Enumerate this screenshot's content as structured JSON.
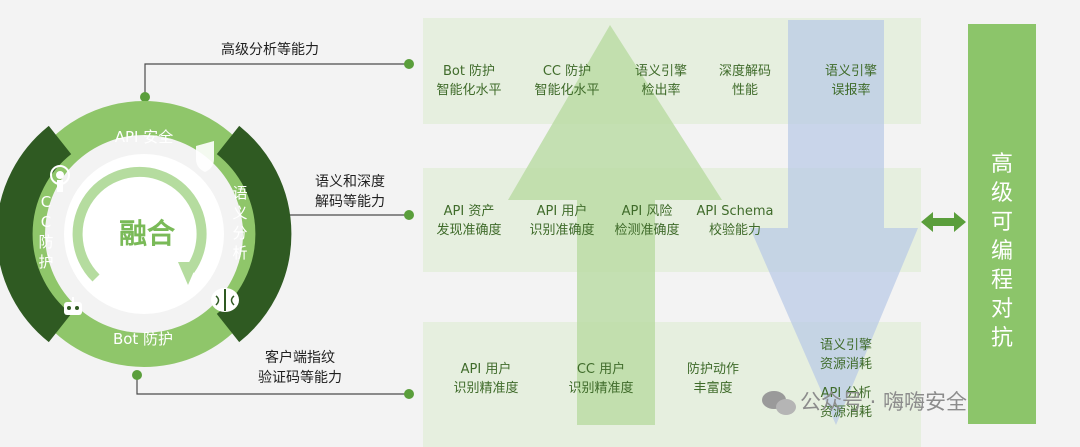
{
  "ring": {
    "top_label": "API 安全",
    "left_label": [
      "C",
      "C",
      "防",
      "护"
    ],
    "right_label": [
      "语",
      "义",
      "分",
      "析"
    ],
    "bottom_label": "Bot 防护",
    "center": "融合",
    "colors": {
      "light": "#8fc66a",
      "dark": "#2f5a22",
      "accent": "#7aba58"
    }
  },
  "left_labels": {
    "top": [
      "高级分析等能力"
    ],
    "middle": [
      "语义和深度",
      "解码等能力"
    ],
    "bottom": [
      "客户端指纹",
      "验证码等能力"
    ]
  },
  "rows": {
    "top": [
      {
        "lines": [
          "Bot 防护",
          "智能化水平"
        ]
      },
      {
        "lines": [
          "CC 防护",
          "智能化水平"
        ]
      },
      {
        "lines": [
          "语义引擎",
          "检出率"
        ]
      },
      {
        "lines": [
          "深度解码",
          "性能"
        ]
      },
      {
        "lines": [
          "语义引擎",
          "误报率"
        ]
      }
    ],
    "middle": [
      {
        "lines": [
          "API 资产",
          "发现准确度"
        ]
      },
      {
        "lines": [
          "API 用户",
          "识别准确度"
        ]
      },
      {
        "lines": [
          "API 风险",
          "检测准确度"
        ]
      },
      {
        "lines": [
          "API Schema",
          "校验能力"
        ]
      }
    ],
    "bottom": [
      {
        "lines": [
          "API 用户",
          "识别精准度"
        ]
      },
      {
        "lines": [
          "CC 用户",
          "识别精准度"
        ]
      },
      {
        "lines": [
          "防护动作",
          "丰富度"
        ]
      },
      {
        "lines": [
          "语义引擎",
          "资源消耗"
        ]
      },
      {
        "lines": [
          "API 分析",
          "资源消耗"
        ]
      }
    ]
  },
  "side_panel": {
    "chars": [
      "高",
      "级",
      "可",
      "编",
      "程",
      "对",
      "抗"
    ]
  },
  "watermark": "公众号 · 嗨嗨安全",
  "icons": [
    "shield-icon",
    "broadcast-icon",
    "brain-icon",
    "robot-icon",
    "double-arrow-icon",
    "wechat-icon"
  ]
}
